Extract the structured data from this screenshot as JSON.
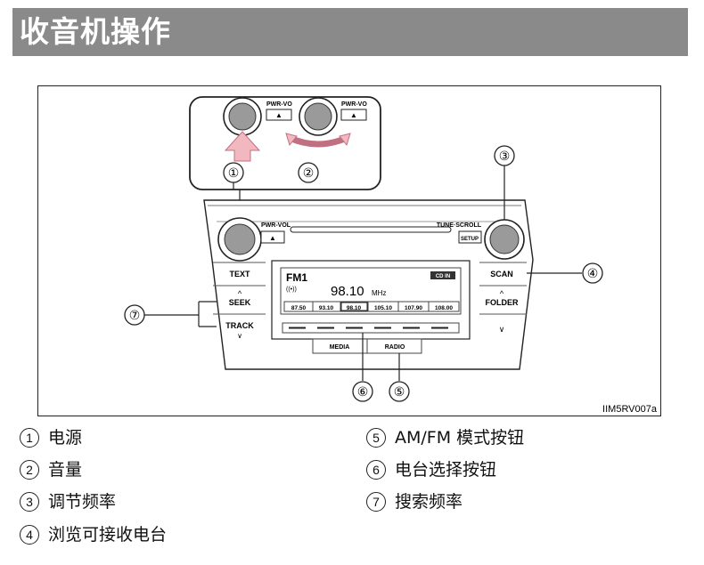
{
  "title": "收音机操作",
  "image_code": "IIM5RV007a",
  "radio": {
    "pwr_vol_label": "PWR-VOL",
    "inset_pwr_vol_label": "PWR-VO",
    "eject_symbol": "▲",
    "tune_scroll_label": "TUNE·SCROLL",
    "setup_label": "SETUP",
    "text_button": "TEXT",
    "seek_button": "SEEK",
    "track_button": "TRACK",
    "scan_button": "SCAN",
    "folder_button": "FOLDER",
    "chevron_down": "∨",
    "chevron_up": "^",
    "media_button": "MEDIA",
    "radio_button": "RADIO",
    "display": {
      "band": "FM1",
      "stereo": "((•)) ",
      "frequency": "98.10",
      "unit": "MHz",
      "cd_badge": "CD IN",
      "presets": [
        "87.50",
        "93.10",
        "98.10",
        "105.10",
        "107.90",
        "108.00"
      ]
    }
  },
  "callouts": [
    "①",
    "②",
    "③",
    "④",
    "⑤",
    "⑥",
    "⑦"
  ],
  "legend": [
    {
      "num": "1",
      "text": "电源"
    },
    {
      "num": "2",
      "text": "音量"
    },
    {
      "num": "3",
      "text": "调节频率"
    },
    {
      "num": "4",
      "text": "浏览可接收电台"
    },
    {
      "num": "5",
      "text": "AM/FM 模式按钮"
    },
    {
      "num": "6",
      "text": "电台选择按钮"
    },
    {
      "num": "7",
      "text": "搜索频率"
    }
  ]
}
